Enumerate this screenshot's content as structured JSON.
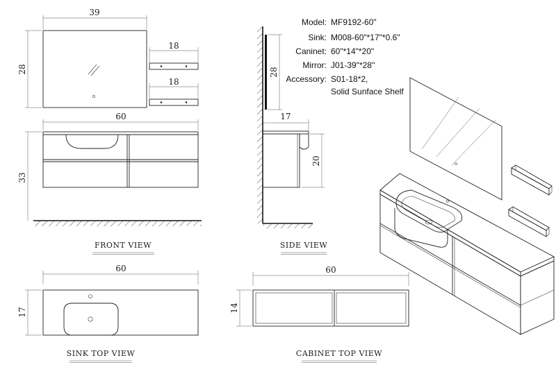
{
  "spec": {
    "model_label": "Model:",
    "model_value": "MF9192-60\"",
    "sink_label": "Sink:",
    "sink_value": "M008-60\"*17\"*0.6\"",
    "cabinet_label": "Caninet:",
    "cabinet_value": "60\"*14\"*20\"",
    "mirror_label": "Mirror:",
    "mirror_value": "J01-39\"*28\"",
    "accessory_label": "Accessory:",
    "accessory_value_1": "S01-18*2,",
    "accessory_value_2": "Solid Sunface Shelf"
  },
  "dimensions": {
    "mirror_width": "39",
    "mirror_height": "28",
    "shelf_width_1": "18",
    "shelf_width_2": "18",
    "front_width": "60",
    "front_height": "33",
    "side_mirror_height": "28",
    "side_depth": "17",
    "side_cabinet_height": "20",
    "sink_top_width": "60",
    "sink_top_depth": "17",
    "cabinet_top_width": "60",
    "cabinet_top_depth": "14"
  },
  "views": {
    "front": "FRONT VIEW",
    "side": "SIDE VIEW",
    "sink_top": "SINK TOP VIEW",
    "cabinet_top": "CABINET TOP VIEW"
  }
}
